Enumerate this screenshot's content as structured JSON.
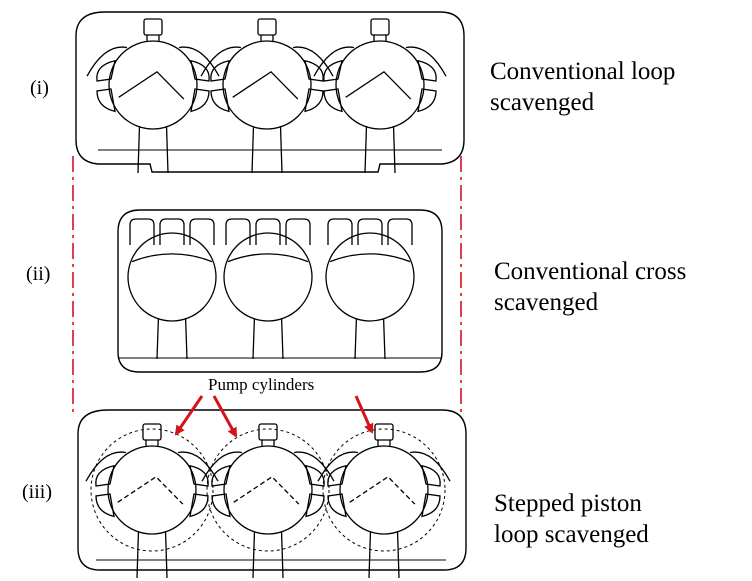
{
  "rows": [
    {
      "roman": "(i)",
      "line1": "Conventional loop",
      "line2": "scavenged",
      "kind": "loop"
    },
    {
      "roman": "(ii)",
      "line1": "Conventional cross",
      "line2": "scavenged",
      "kind": "cross"
    },
    {
      "roman": "(iii)",
      "line1": "Stepped piston",
      "line2": "loop scavenged",
      "kind": "stepped"
    }
  ],
  "pump_label": "Pump cylinders",
  "colors": {
    "line": "#000000",
    "accent": "#d4141a",
    "background": "#ffffff"
  }
}
